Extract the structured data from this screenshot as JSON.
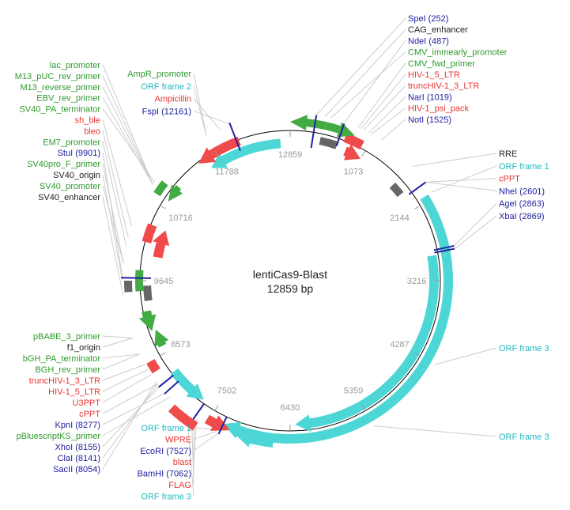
{
  "plasmid": {
    "name": "lentiCas9-Blast",
    "length": "12859 bp"
  },
  "colors": {
    "green": "#2f9a2f",
    "red": "#e83535",
    "blue": "#2020a0",
    "cyan": "#22b8c0",
    "black": "#222222",
    "orf": "#4dd6d6",
    "feature_red": "#f04b4b",
    "feature_green": "#44aa44",
    "feature_gray": "#666666",
    "tick": "#999999"
  },
  "ticks": [
    "12859",
    "1073",
    "2144",
    "3216",
    "4287",
    "5359",
    "6430",
    "7502",
    "8573",
    "9645",
    "10716",
    "11788"
  ],
  "labels": {
    "top_right": [
      {
        "text": "SpeI (252)",
        "color": "blue"
      },
      {
        "text": "CAG_enhancer",
        "color": "black"
      },
      {
        "text": "NdeI (487)",
        "color": "blue"
      },
      {
        "text": "CMV_immearly_promoter",
        "color": "green"
      },
      {
        "text": "CMV_fwd_primer",
        "color": "green"
      },
      {
        "text": "HIV-1_5_LTR",
        "color": "red"
      },
      {
        "text": "truncHIV-1_3_LTR",
        "color": "red"
      },
      {
        "text": "NarI (1019)",
        "color": "blue"
      },
      {
        "text": "HIV-1_psi_pack",
        "color": "red"
      },
      {
        "text": "NotI (1525)",
        "color": "blue"
      }
    ],
    "right": [
      {
        "text": "RRE",
        "color": "black"
      },
      {
        "text": "ORF frame 1",
        "color": "cyan"
      },
      {
        "text": "cPPT",
        "color": "red"
      },
      {
        "text": "NheI (2601)",
        "color": "blue"
      },
      {
        "text": "AgeI (2863)",
        "color": "blue"
      },
      {
        "text": "XbaI (2869)",
        "color": "blue"
      }
    ],
    "right_lower": [
      {
        "text": "ORF frame 3",
        "color": "cyan"
      },
      {
        "text": "ORF frame 3",
        "color": "cyan"
      }
    ],
    "top_middle": [
      {
        "text": "AmpR_promoter",
        "color": "green"
      },
      {
        "text": "ORF frame 2",
        "color": "cyan"
      },
      {
        "text": "Ampicillin",
        "color": "red"
      },
      {
        "text": "FspI (12161)",
        "color": "blue"
      }
    ],
    "left_top": [
      {
        "text": "lac_promoter",
        "color": "green"
      },
      {
        "text": "M13_pUC_rev_primer",
        "color": "green"
      },
      {
        "text": "M13_reverse_primer",
        "color": "green"
      },
      {
        "text": "EBV_rev_primer",
        "color": "green"
      },
      {
        "text": "SV40_PA_terminator",
        "color": "green"
      },
      {
        "text": "sh_ble",
        "color": "red"
      },
      {
        "text": "bleo",
        "color": "red"
      },
      {
        "text": "EM7_promoter",
        "color": "green"
      },
      {
        "text": "StuI (9901)",
        "color": "blue"
      },
      {
        "text": "SV40pro_F_primer",
        "color": "green"
      },
      {
        "text": "SV40_origin",
        "color": "black"
      },
      {
        "text": "SV40_promoter",
        "color": "green"
      },
      {
        "text": "SV40_enhancer",
        "color": "black"
      }
    ],
    "left_bottom": [
      {
        "text": "pBABE_3_primer",
        "color": "green"
      },
      {
        "text": "f1_origin",
        "color": "black"
      },
      {
        "text": "bGH_PA_terminator",
        "color": "green"
      },
      {
        "text": "BGH_rev_primer",
        "color": "green"
      },
      {
        "text": "truncHIV-1_3_LTR",
        "color": "red"
      },
      {
        "text": "HIV-1_5_LTR",
        "color": "red"
      },
      {
        "text": "U3PPT",
        "color": "red"
      },
      {
        "text": "cPPT",
        "color": "red"
      },
      {
        "text": "KpnI (8277)",
        "color": "blue"
      },
      {
        "text": "pBluescriptKS_primer",
        "color": "green"
      },
      {
        "text": "XhoI (8155)",
        "color": "blue"
      },
      {
        "text": "ClaI (8141)",
        "color": "blue"
      },
      {
        "text": "SacII (8054)",
        "color": "blue"
      }
    ],
    "bottom_left": [
      {
        "text": "ORF frame 3",
        "color": "cyan"
      }
    ],
    "bottom_middle": [
      {
        "text": "ORF frame 1",
        "color": "cyan"
      },
      {
        "text": "WPRE",
        "color": "red"
      },
      {
        "text": "EcoRI (7527)",
        "color": "blue"
      },
      {
        "text": "blast",
        "color": "red"
      },
      {
        "text": "BamHI (7062)",
        "color": "blue"
      },
      {
        "text": "FLAG",
        "color": "red"
      },
      {
        "text": "ORF frame 3",
        "color": "cyan"
      }
    ]
  }
}
